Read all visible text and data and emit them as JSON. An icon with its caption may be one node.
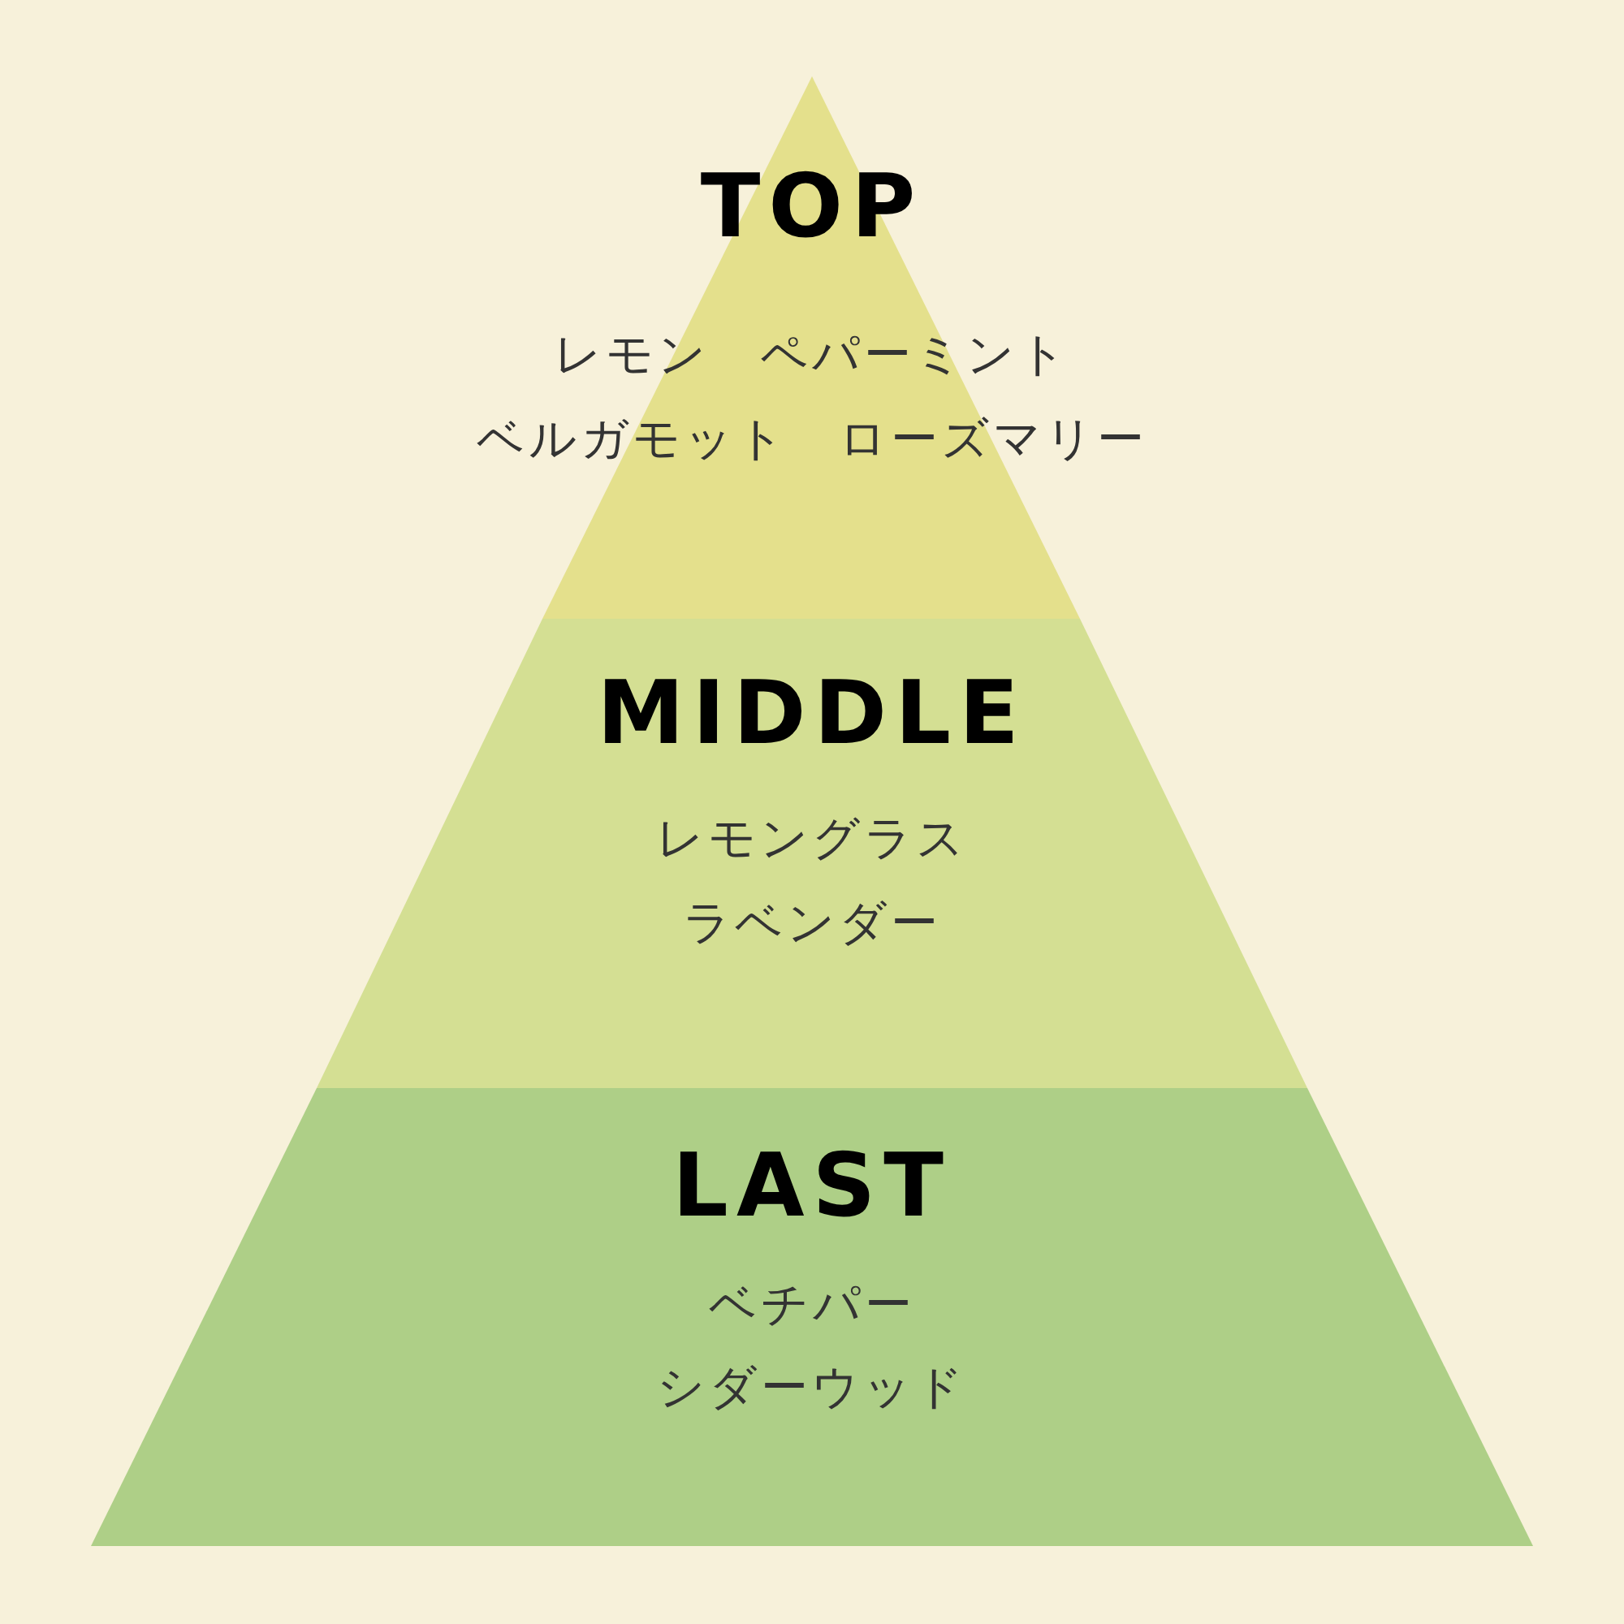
{
  "diagram": {
    "nodes": [
      {
        "text": [
          "TOP",
          "レモン　ペパーミント",
          "ベルガモット　ローズマリー"
        ]
      },
      {
        "text": [
          "MIDDLE",
          "レモングラス",
          "ラベンダー"
        ]
      },
      {
        "text": [
          "LAST",
          "ベチパー",
          "シダーウッド"
        ]
      }
    ]
  }
}
